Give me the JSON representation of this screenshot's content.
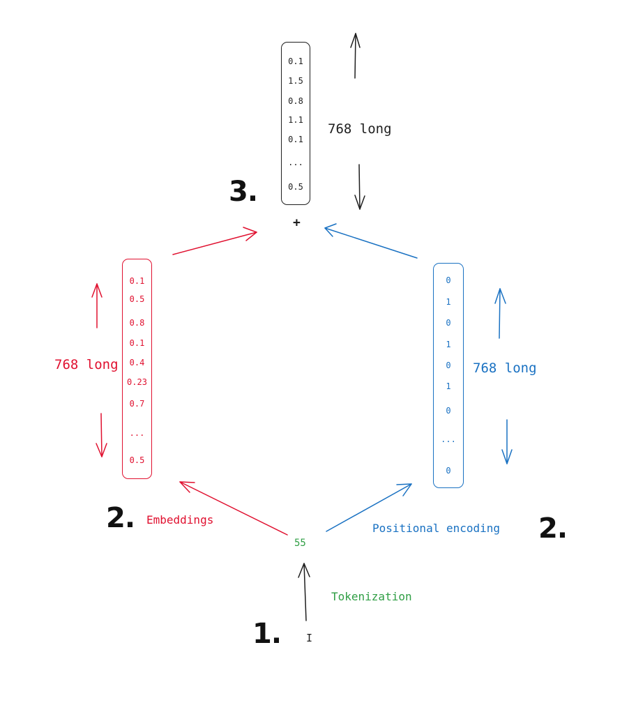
{
  "step_labels": {
    "step1": "1.",
    "step2_left": "2.",
    "step2_right": "2.",
    "step3": "3."
  },
  "input_token": "I",
  "token_id": "55",
  "tokenization_label": "Tokenization",
  "embeddings_label": "Embeddings",
  "positional_label": "Positional encoding",
  "plus_sign": "+",
  "length_labels": {
    "output": "768 long",
    "embedding": "768 long",
    "positional": "768 long"
  },
  "vectors": {
    "output": [
      "0.1",
      "1.5",
      "0.8",
      "1.1",
      "0.1",
      "...",
      "0.5"
    ],
    "embedding": [
      "0.1",
      "0.5",
      "0.8",
      "0.1",
      "0.4",
      "0.23",
      "0.7",
      "...",
      "0.5"
    ],
    "positional": [
      "0",
      "1",
      "0",
      "1",
      "0",
      "1",
      "0",
      "...",
      "0"
    ]
  },
  "colors": {
    "black": "#1e1e1e",
    "red": "#e0102f",
    "blue": "#1971c2",
    "green": "#2f9e44"
  }
}
